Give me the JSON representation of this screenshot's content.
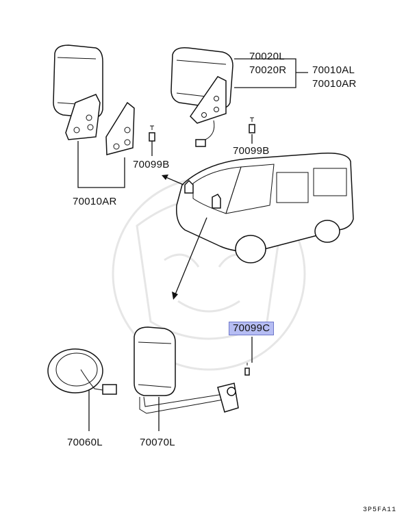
{
  "labels": {
    "p70020L": "70020L",
    "p70020R": "70020R",
    "p70010AL": "70010AL",
    "p70010AR_top": "70010AR",
    "p70099B_top": "70099B",
    "p70099B_left": "70099B",
    "p70010AR_left": "70010AR",
    "p70099C": "70099C",
    "p70060L": "70060L",
    "p70070L": "70070L"
  },
  "highlight_color": "#b6bdf3",
  "diagram_code": "3P5FA11"
}
